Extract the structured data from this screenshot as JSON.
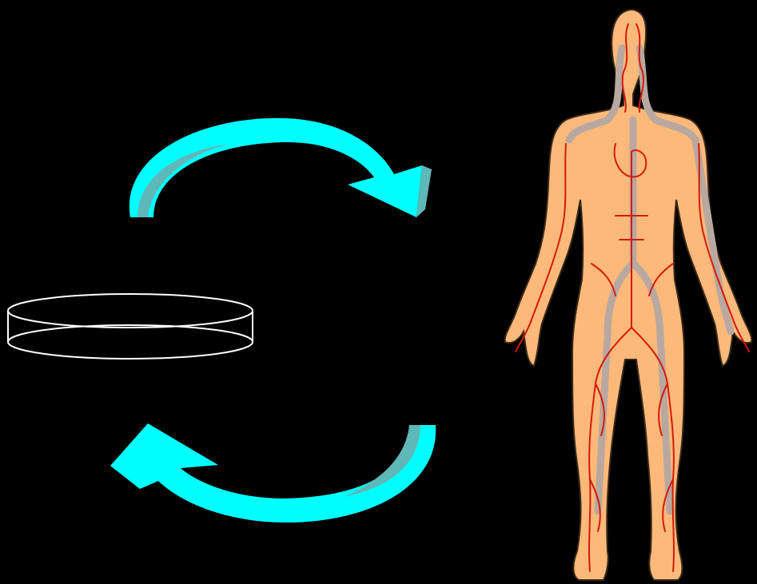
{
  "diagram": {
    "background_color": "#000000",
    "arrow_color": "#00FFFF",
    "arrow_shade_color": "#5FB8B8",
    "dish_outline_color": "#FFFFFF",
    "body_skin_color": "#FDB97A",
    "body_outline_color": "#3A2A1A",
    "artery_color": "#D41A0A",
    "vein_color": "#B8A8A0",
    "components": [
      {
        "id": "petri-dish",
        "icon": "petri-dish-icon"
      },
      {
        "id": "top-arrow",
        "icon": "curved-arrow-right-icon",
        "direction": "dish-to-body"
      },
      {
        "id": "bottom-arrow",
        "icon": "curved-arrow-left-icon",
        "direction": "body-to-dish"
      },
      {
        "id": "human-body",
        "icon": "human-circulatory-system-icon"
      }
    ]
  }
}
